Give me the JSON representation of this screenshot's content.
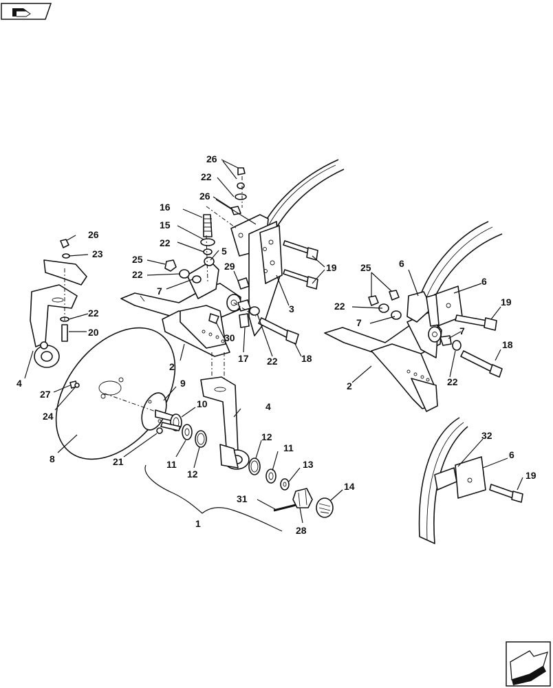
{
  "nav": {
    "prev_icon": "back-arrow-icon",
    "next_icon": "forward-arrow-icon"
  },
  "callouts": [
    "26",
    "22",
    "26",
    "16",
    "15",
    "22",
    "5",
    "25",
    "22",
    "7",
    "29",
    "19",
    "3",
    "26",
    "23",
    "22",
    "20",
    "4",
    "30",
    "17",
    "22",
    "18",
    "25",
    "6",
    "6",
    "19",
    "22",
    "7",
    "7",
    "18",
    "2",
    "2",
    "22",
    "9",
    "27",
    "24",
    "8",
    "10",
    "4",
    "21",
    "11",
    "12",
    "12",
    "11",
    "13",
    "14",
    "31",
    "28",
    "1",
    "32",
    "6",
    "19"
  ]
}
